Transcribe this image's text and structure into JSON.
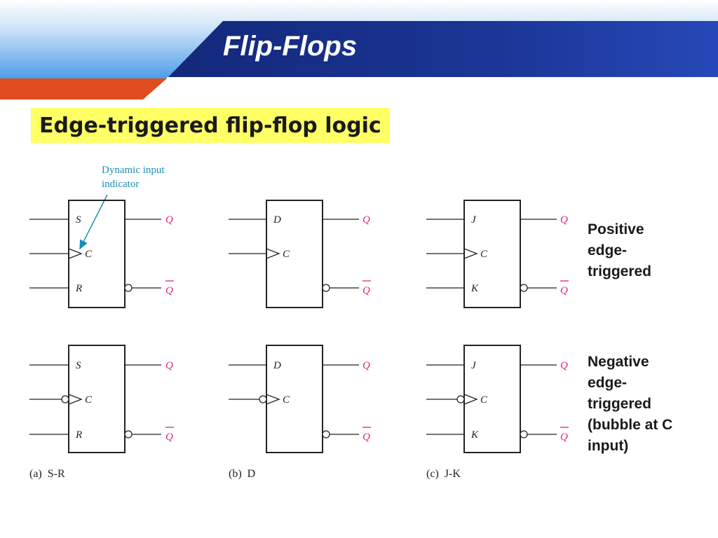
{
  "slide": {
    "title": "Flip-Flops",
    "subtitle": "Edge-triggered flip-flop logic"
  },
  "diagram": {
    "callout": {
      "line1": "Dynamic input",
      "line2": "indicator"
    },
    "clock_label": "C",
    "output_q": "Q",
    "output_qbar": "Q",
    "flip_flops": [
      {
        "id": "sr",
        "input_top": "S",
        "input_bottom": "R",
        "caption": "(a)  S-R"
      },
      {
        "id": "d",
        "input_top": "D",
        "input_bottom": "",
        "caption": "(b)  D"
      },
      {
        "id": "jk",
        "input_top": "J",
        "input_bottom": "K",
        "caption": "(c)  J-K"
      }
    ]
  },
  "notes": {
    "positive": [
      "Positive",
      "edge-",
      "triggered"
    ],
    "negative": [
      "Negative",
      "edge-",
      "triggered",
      "(bubble at C",
      "input)"
    ]
  },
  "colors": {
    "banner_dark": "#13287a",
    "banner_light": "#5aa8ec",
    "accent_orange": "#e04c1e",
    "highlight": "#ffff66",
    "output_pink": "#e0218a",
    "callout_teal": "#1a8fb5"
  }
}
